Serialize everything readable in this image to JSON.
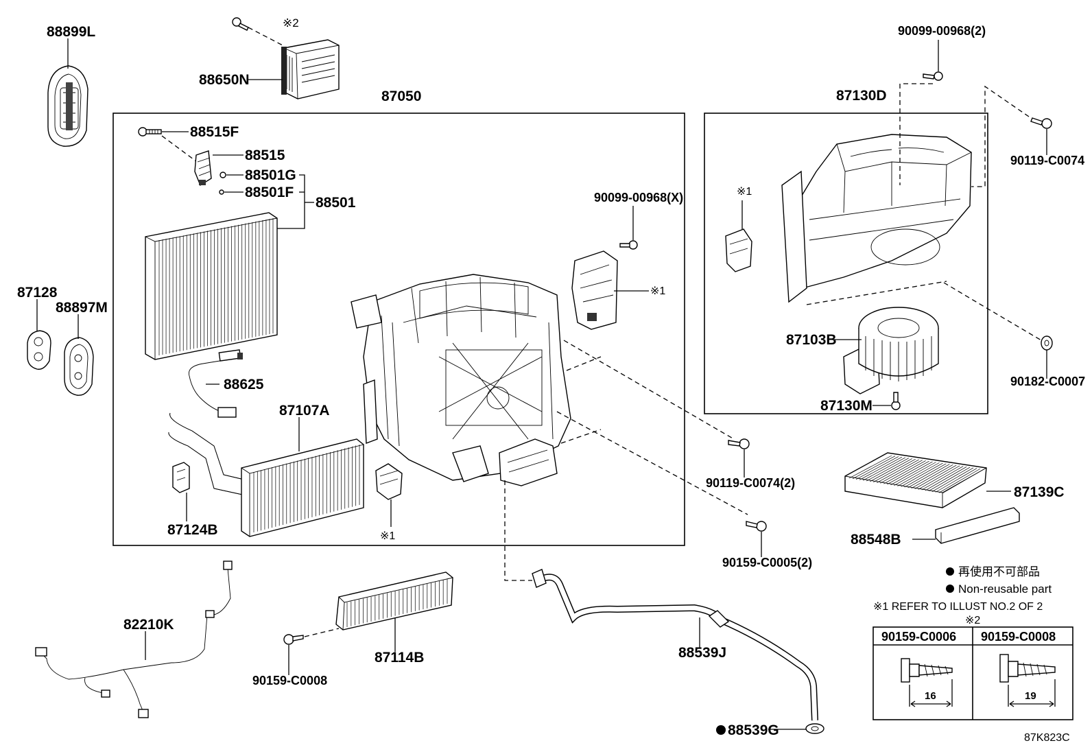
{
  "labels": {
    "p88899L": "88899L",
    "p88650N": "88650N",
    "p87050": "87050",
    "p88515F": "88515F",
    "p88515": "88515",
    "p88501G": "88501G",
    "p88501F": "88501F",
    "p88501": "88501",
    "p87128": "87128",
    "p88897M": "88897M",
    "p88625": "88625",
    "p87107A": "87107A",
    "p87124B": "87124B",
    "p90099_00968X": "90099-00968(X)",
    "p90099_00968_2": "90099-00968(2)",
    "p87130D": "87130D",
    "p90119_C0074": "90119-C0074",
    "p87103B": "87103B",
    "p90182_C0007": "90182-C0007",
    "p87130M": "87130M",
    "p90119_C0074_2": "90119-C0074(2)",
    "p90159_C0005_2": "90159-C0005(2)",
    "p87139C": "87139C",
    "p88548B": "88548B",
    "p82210K": "82210K",
    "p90159_C0008": "90159-C0008",
    "p87114B": "87114B",
    "p88539J": "88539J",
    "p88539G": "88539G",
    "ref1_a": "※1",
    "ref1_b": "※1",
    "ref1_c": "※1",
    "ref2": "※2"
  },
  "legend": {
    "non_reusable_jp": "再使用不可部品",
    "non_reusable_en": "Non-reusable part",
    "refer_note": "※1 REFER TO ILLUST NO.2 OF 2",
    "table_title": "※2",
    "table_col1": "90159-C0006",
    "table_col2": "90159-C0008",
    "dim1": "16",
    "dim2": "19"
  },
  "illustration_code": "87K823C"
}
